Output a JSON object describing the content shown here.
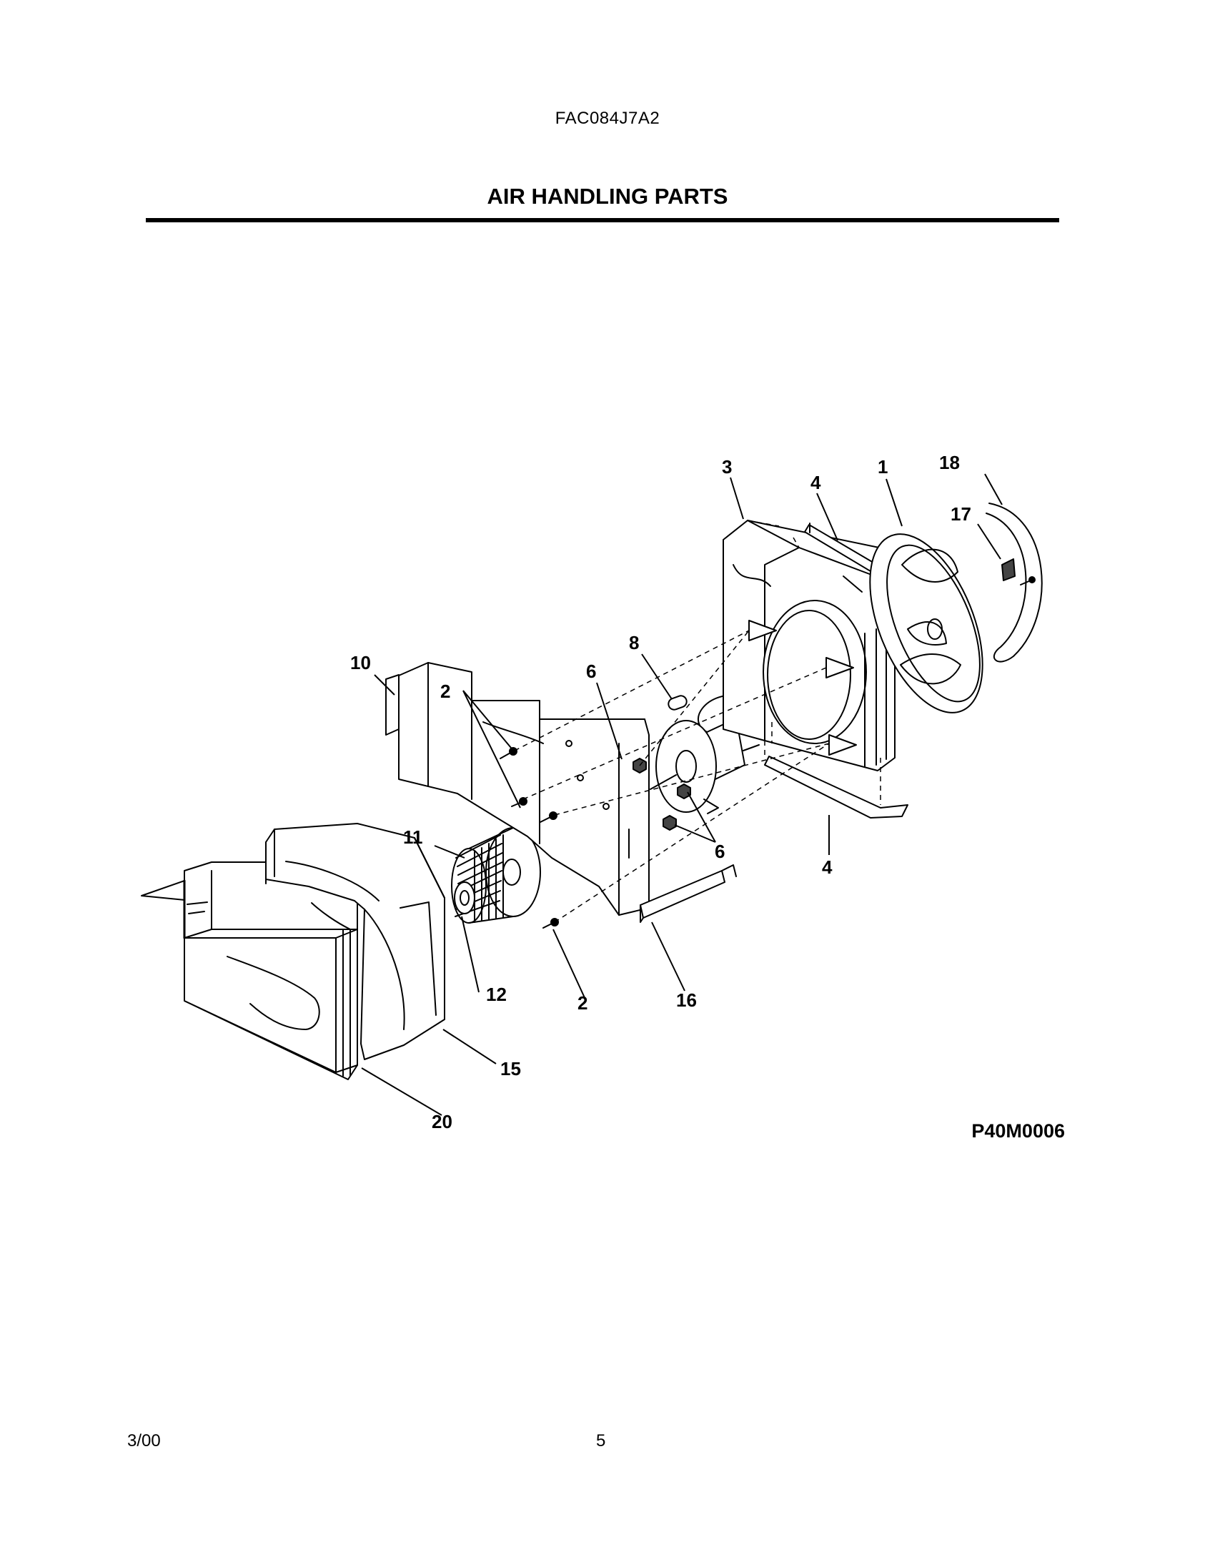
{
  "header": {
    "model_number": "FAC084J7A2",
    "section_title": "AIR HANDLING PARTS"
  },
  "diagram": {
    "figure_code": "P40M0006",
    "callouts": {
      "c1": "1",
      "c2a": "2",
      "c2b": "2",
      "c3": "3",
      "c4a": "4",
      "c4b": "4",
      "c6a": "6",
      "c6b": "6",
      "c8": "8",
      "c10": "10",
      "c11": "11",
      "c12": "12",
      "c15": "15",
      "c16": "16",
      "c17": "17",
      "c18": "18",
      "c20": "20"
    }
  },
  "footer": {
    "date": "3/00",
    "page_number": "5"
  }
}
